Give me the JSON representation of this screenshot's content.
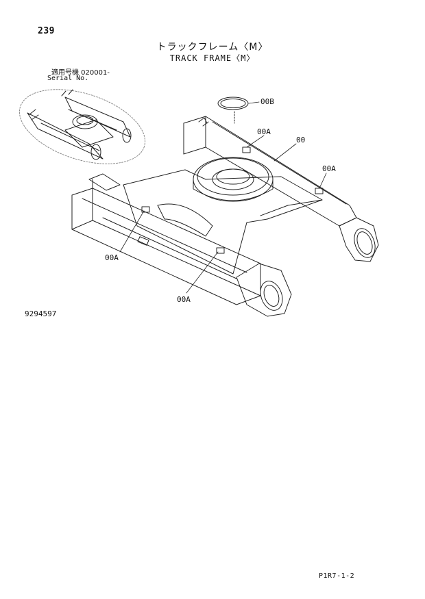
{
  "page": {
    "number": "239",
    "title_jp": "トラックフレーム〈M〉",
    "title_en": "TRACK FRAME〈M〉",
    "serial_label_jp": "適用号機  020001-",
    "serial_label_en": "Serial No.",
    "drawing_number": "9294597",
    "footer_code": "P1R7-1-2"
  },
  "callouts": [
    {
      "id": "00B",
      "label": "00B"
    },
    {
      "id": "00A-1",
      "label": "00A"
    },
    {
      "id": "00",
      "label": "00"
    },
    {
      "id": "00A-2",
      "label": "00A"
    },
    {
      "id": "00A-3",
      "label": "00A"
    },
    {
      "id": "00A-4",
      "label": "00A"
    }
  ]
}
